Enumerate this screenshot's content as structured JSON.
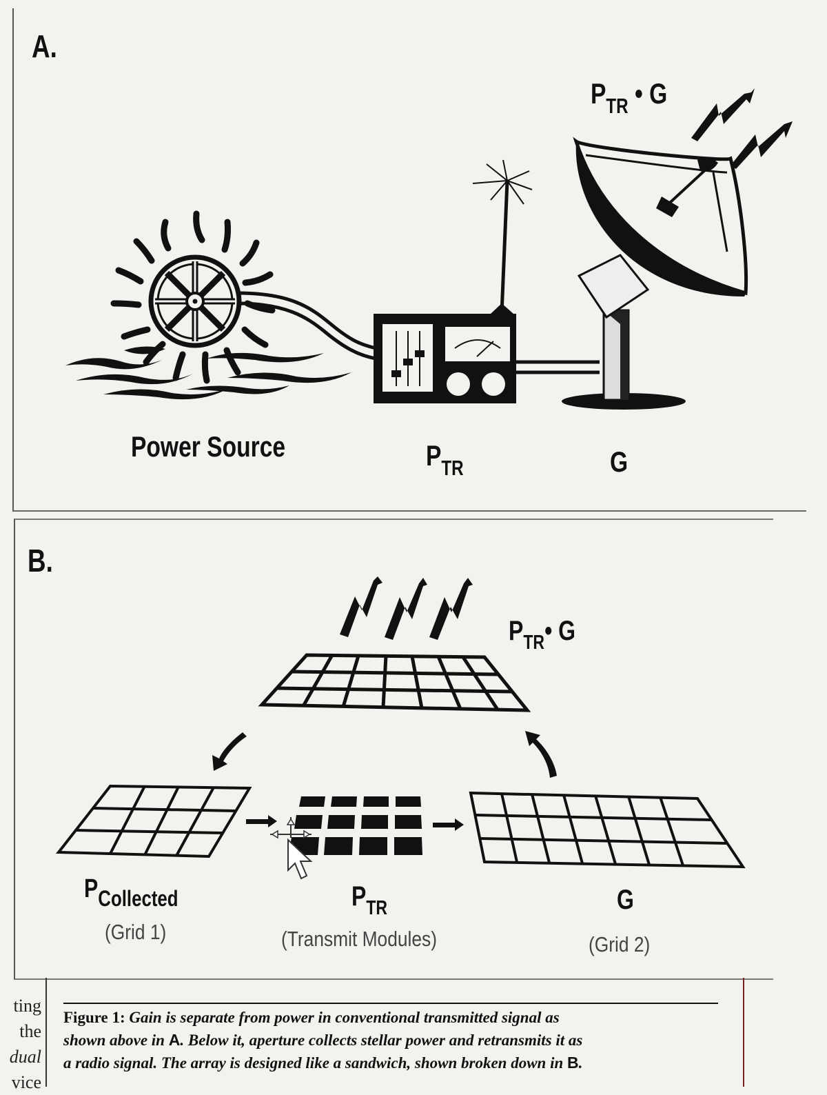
{
  "panel_a": {
    "letter": "A.",
    "labels": {
      "power_source": "Power Source",
      "ptr_main": "P",
      "ptr_sub": "TR",
      "g": "G",
      "top_p": "P",
      "top_sub": "TR",
      "top_g": "• G"
    }
  },
  "panel_b": {
    "letter": "B.",
    "top_label": {
      "p": "P",
      "sub": "TR",
      "g": "• G"
    },
    "grid1": {
      "p": "P",
      "sub": "Collected",
      "caption": "(Grid 1)"
    },
    "modules": {
      "p": "P",
      "sub": "TR",
      "caption": "(Transmit Modules)"
    },
    "grid2": {
      "g": "G",
      "caption": "(Grid 2)"
    }
  },
  "caption": {
    "lead": "Figure 1:",
    "line1": "Gain is separate from power in conventional transmitted signal as",
    "line2a": "shown above in",
    "line2b": "A",
    "line2c": ". Below it, aperture collects stellar power and retransmits it as",
    "line3a": "a radio signal. The array is designed like a sandwich, shown broken down in",
    "line3b": "B",
    "line3c": "."
  },
  "side_text": [
    "ting",
    "the",
    "dual",
    "vice"
  ]
}
